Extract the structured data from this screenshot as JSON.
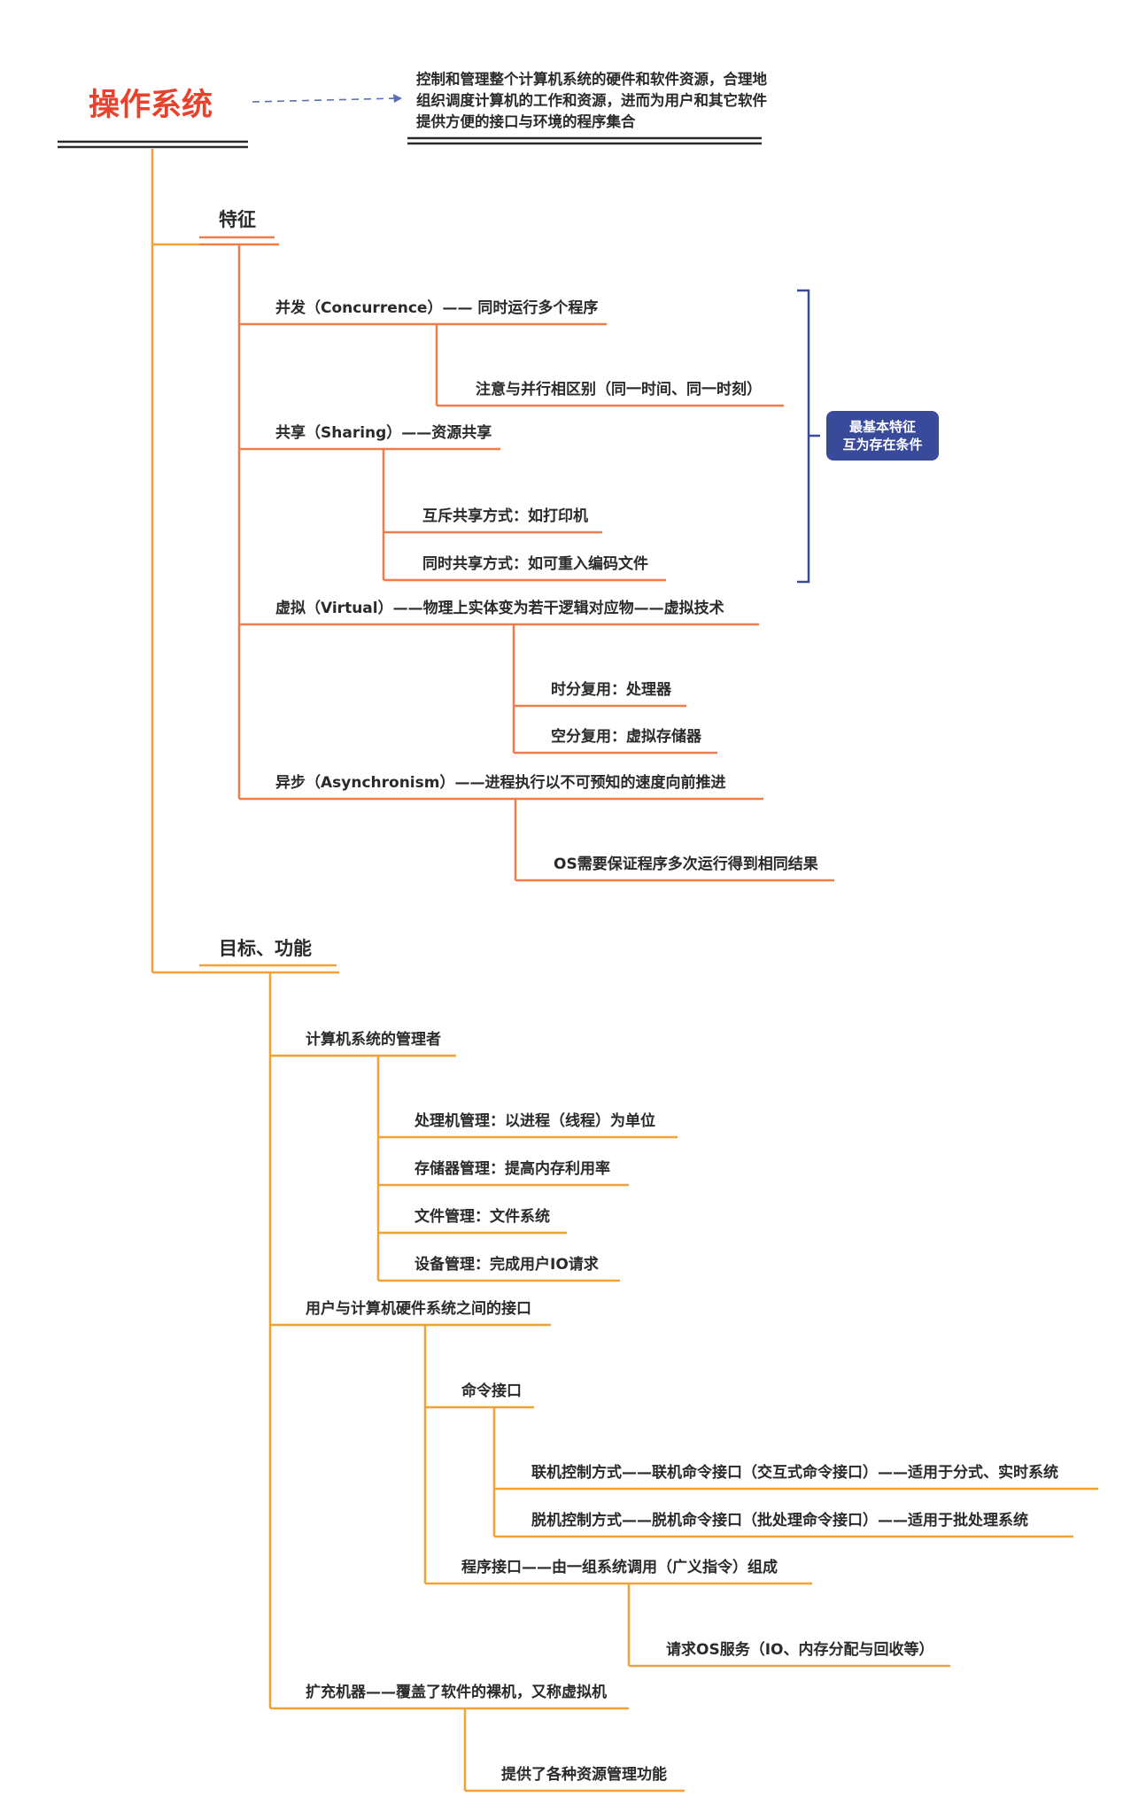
{
  "title": "操作系统",
  "definition": "控制和管理整个计算机系统的硬件和软件资源，合理地组织调度计算机的工作和资源，进而为用户和其它软件提供方便的接口与环境的程序集合",
  "badge": {
    "line1": "最基本特征",
    "line2": "互为存在条件",
    "color": "#3a4a9a"
  },
  "colors": {
    "title": "#e8412c",
    "branch_line": "#f0a234",
    "feature_line": "#ef7c4b",
    "bracket": "#3a4a9a"
  },
  "features": {
    "label": "特征",
    "concurrence": {
      "label": "并发（Concurrence）—— 同时运行多个程序",
      "children": [
        "注意与并行相区别（同一时间、同一时刻）"
      ]
    },
    "sharing": {
      "label": "共享（Sharing）——资源共享",
      "children": [
        "互斥共享方式：如打印机",
        "同时共享方式：如可重入编码文件"
      ]
    },
    "virtual": {
      "label": "虚拟（Virtual）——物理上实体变为若干逻辑对应物——虚拟技术",
      "children": [
        "时分复用：处理器",
        "空分复用：虚拟存储器"
      ]
    },
    "async": {
      "label": "异步（Asynchronism）——进程执行以不可预知的速度向前推进",
      "children": [
        "OS需要保证程序多次运行得到相同结果"
      ]
    }
  },
  "goals": {
    "label": "目标、功能",
    "manager": {
      "label": "计算机系统的管理者",
      "children": [
        "处理机管理：以进程（线程）为单位",
        "存储器管理：提高内存利用率",
        "文件管理：文件系统",
        "设备管理：完成用户IO请求"
      ]
    },
    "interface": {
      "label": "用户与计算机硬件系统之间的接口",
      "command": {
        "label": "命令接口",
        "children": [
          "联机控制方式——联机命令接口（交互式命令接口）——适用于分式、实时系统",
          "脱机控制方式——脱机命令接口（批处理命令接口）——适用于批处理系统"
        ]
      },
      "program": {
        "label": "程序接口——由一组系统调用（广义指令）组成",
        "children": [
          "请求OS服务（IO、内存分配与回收等）"
        ]
      }
    },
    "extension": {
      "label": "扩充机器——覆盖了软件的裸机，又称虚拟机",
      "children": [
        "提供了各种资源管理功能"
      ]
    }
  }
}
